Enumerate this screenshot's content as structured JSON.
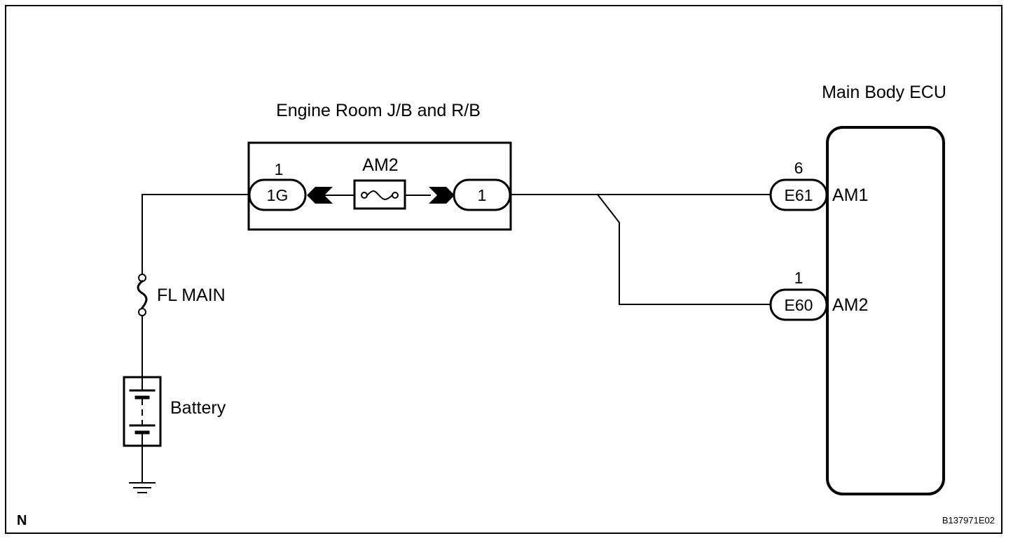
{
  "title_jb": "Engine Room J/B and R/B",
  "title_ecu": "Main Body ECU",
  "fuse_am2": {
    "name": "AM2"
  },
  "connector_left": {
    "pin_number": "1",
    "code": "1G"
  },
  "connector_right": {
    "code": "1"
  },
  "fuse_fl_main": {
    "name": "FL MAIN"
  },
  "battery": {
    "label": "Battery"
  },
  "ecu_terminals": [
    {
      "pin_number": "6",
      "connector": "E61",
      "terminal": "AM1"
    },
    {
      "pin_number": "1",
      "connector": "E60",
      "terminal": "AM2"
    }
  ],
  "corner_letter": "N",
  "figure_id": "B137971E02"
}
